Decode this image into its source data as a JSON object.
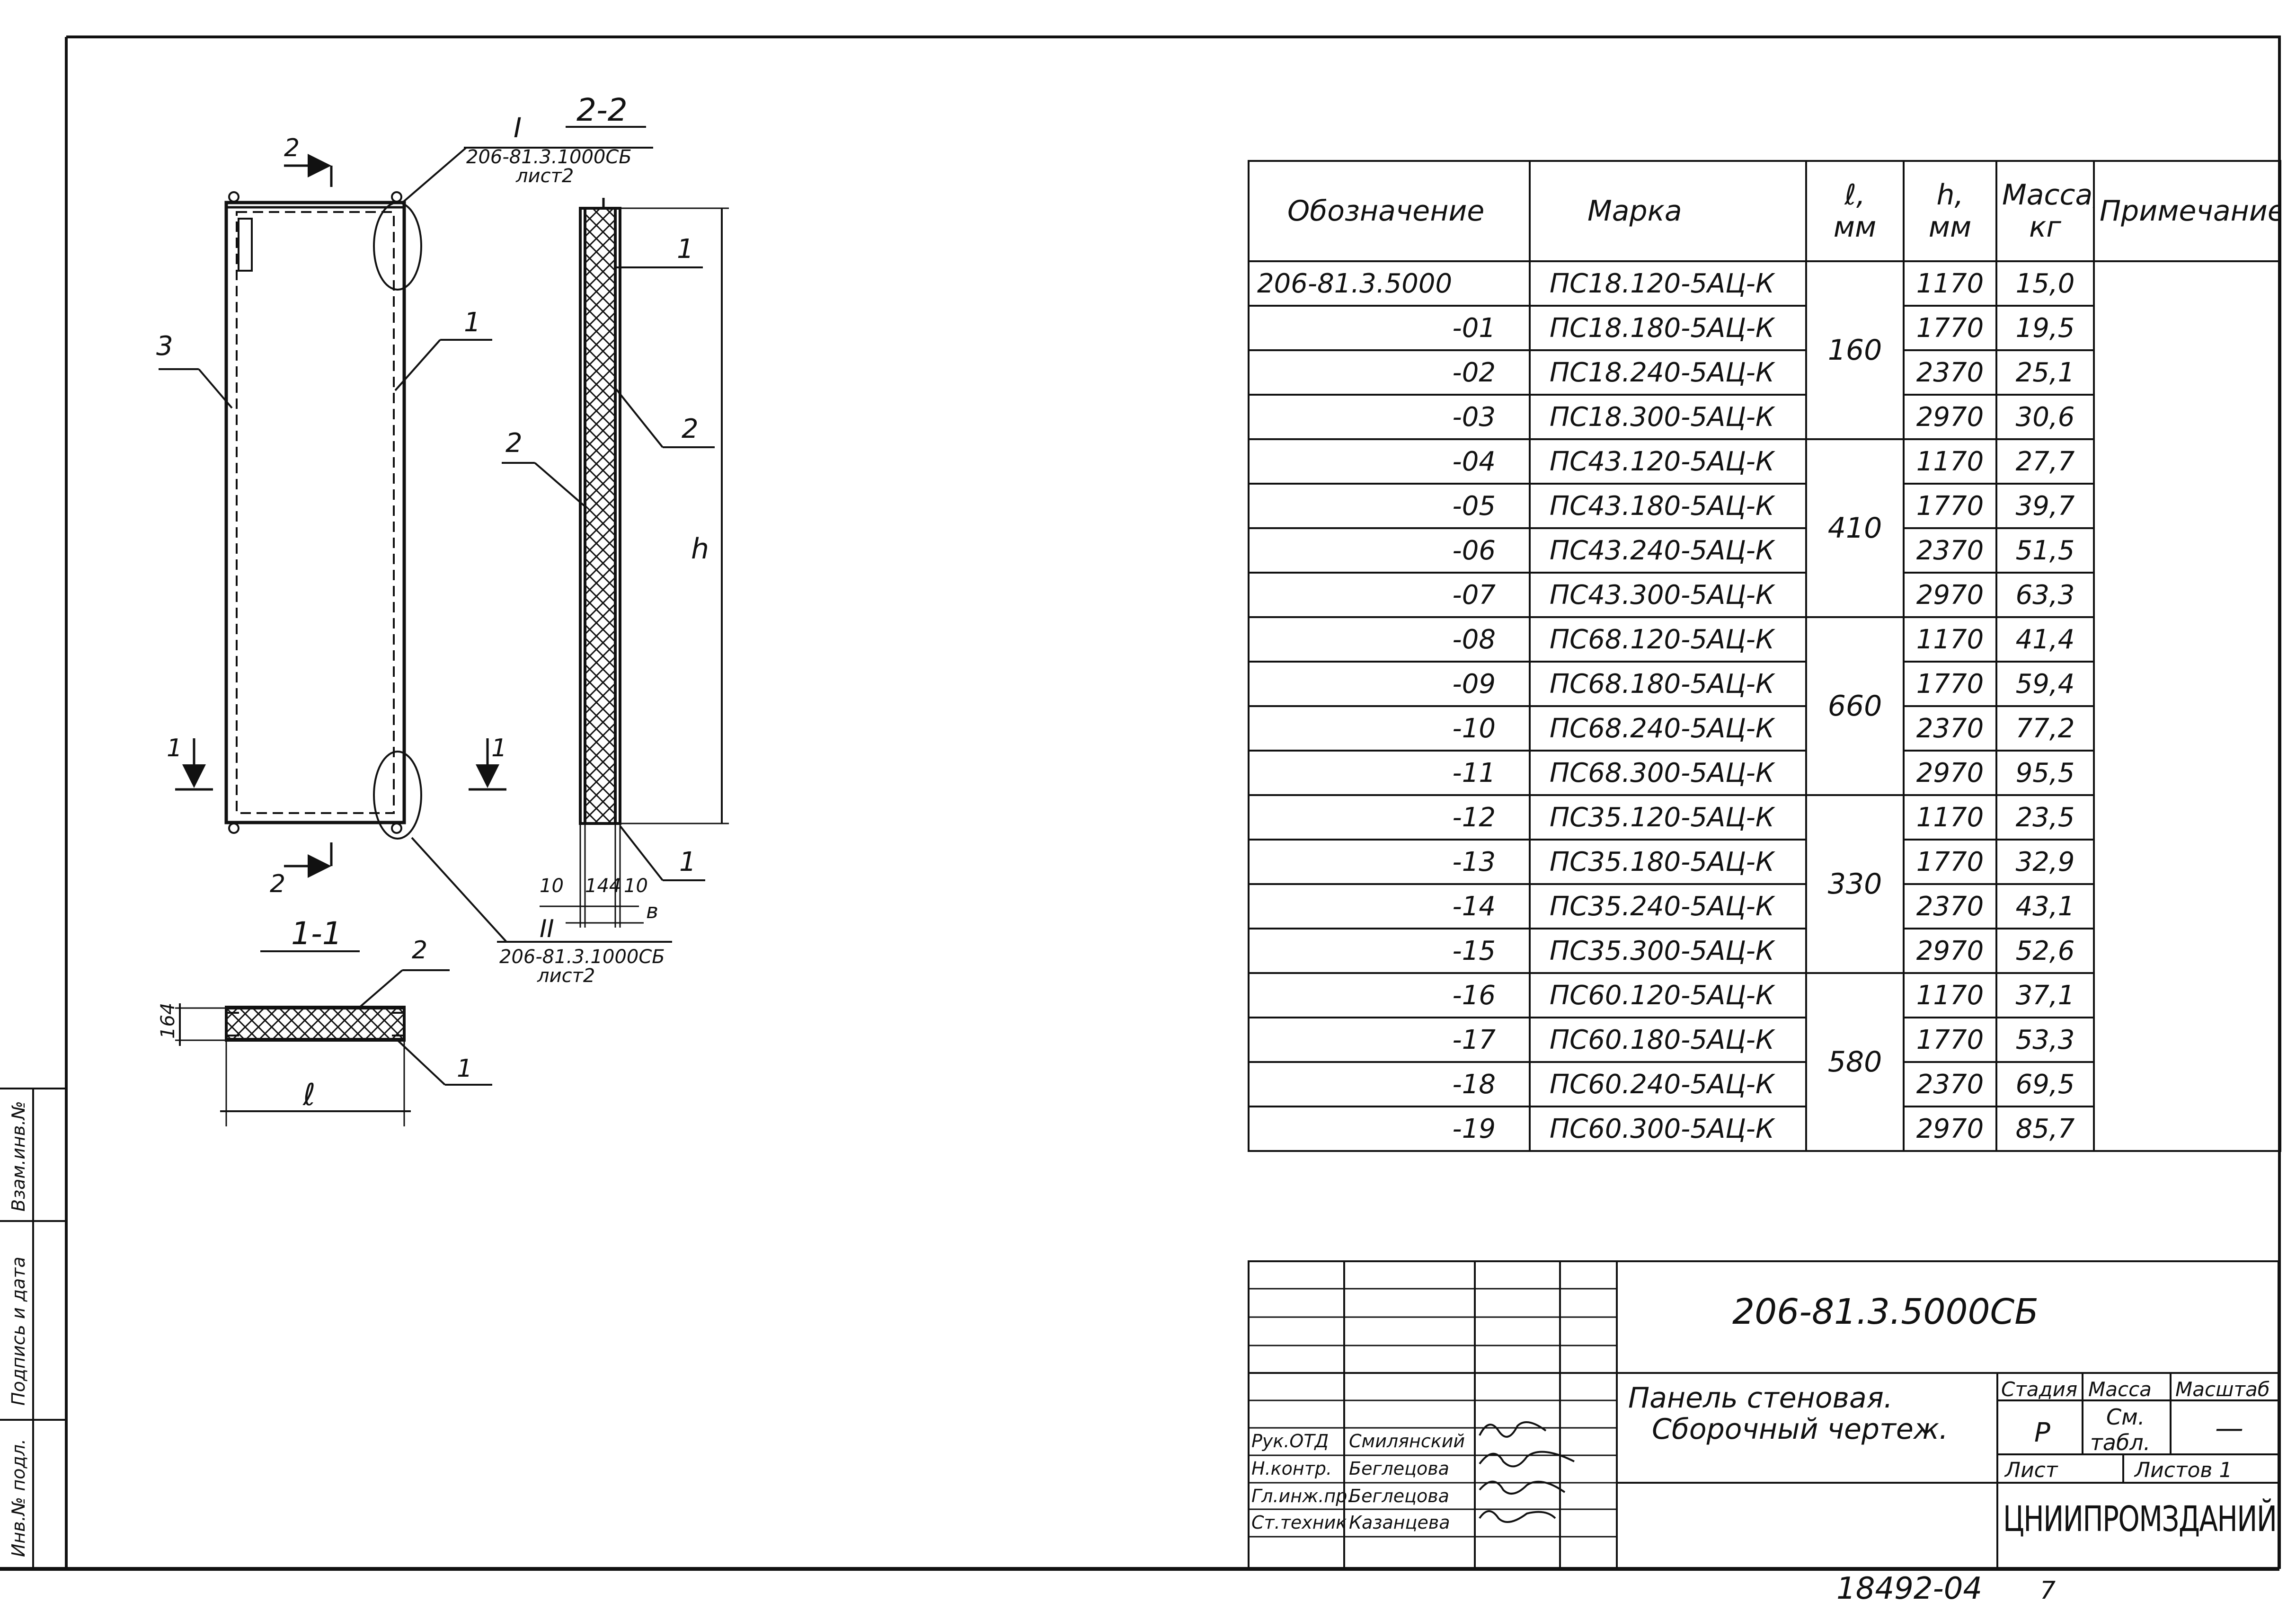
{
  "section_labels": {
    "view_2_2": "2-2",
    "view_1_1": "1-1",
    "node_I_mark": "I",
    "node_II_mark": "II",
    "node_ref_I": "206-81.3.1000СБ",
    "node_ref_I_sheet": "лист2",
    "node_ref_II": "206-81.3.1000СБ",
    "node_ref_II_sheet": "лист2",
    "cut_2_top": "2",
    "cut_2_bottom": "2",
    "cut_1_left": "1",
    "cut_1_right": "1"
  },
  "callouts": {
    "front_3": "3",
    "front_1": "1",
    "side_1_top": "1",
    "side_2_right": "2",
    "side_2_left": "2",
    "side_1_bottom": "1",
    "section_2": "2",
    "section_1": "1"
  },
  "dimensions": {
    "h": "h",
    "l": "ℓ",
    "d10_left": "10",
    "d144": "144",
    "d10_right": "10",
    "b": "в",
    "d164": "164"
  },
  "spec_table": {
    "headers": {
      "designation": "Обозначение",
      "mark": "Марка",
      "l_mm": "ℓ,\nмм",
      "h_mm": "h,\nмм",
      "mass": "Масса,\nкг",
      "note": "Примечание"
    },
    "rows": [
      {
        "designation": "206-81.3.5000",
        "mark": "ПС18.120-5АЦ-К",
        "h": "1170",
        "mass": "15,0"
      },
      {
        "designation": "-01",
        "mark": "ПС18.180-5АЦ-К",
        "h": "1770",
        "mass": "19,5"
      },
      {
        "designation": "-02",
        "mark": "ПС18.240-5АЦ-К",
        "h": "2370",
        "mass": "25,1"
      },
      {
        "designation": "-03",
        "mark": "ПС18.300-5АЦ-К",
        "h": "2970",
        "mass": "30,6"
      },
      {
        "designation": "-04",
        "mark": "ПС43.120-5АЦ-К",
        "h": "1170",
        "mass": "27,7"
      },
      {
        "designation": "-05",
        "mark": "ПС43.180-5АЦ-К",
        "h": "1770",
        "mass": "39,7"
      },
      {
        "designation": "-06",
        "mark": "ПС43.240-5АЦ-К",
        "h": "2370",
        "mass": "51,5"
      },
      {
        "designation": "-07",
        "mark": "ПС43.300-5АЦ-К",
        "h": "2970",
        "mass": "63,3"
      },
      {
        "designation": "-08",
        "mark": "ПС68.120-5АЦ-К",
        "h": "1170",
        "mass": "41,4"
      },
      {
        "designation": "-09",
        "mark": "ПС68.180-5АЦ-К",
        "h": "1770",
        "mass": "59,4"
      },
      {
        "designation": "-10",
        "mark": "ПС68.240-5АЦ-К",
        "h": "2370",
        "mass": "77,2"
      },
      {
        "designation": "-11",
        "mark": "ПС68.300-5АЦ-К",
        "h": "2970",
        "mass": "95,5"
      },
      {
        "designation": "-12",
        "mark": "ПС35.120-5АЦ-К",
        "h": "1170",
        "mass": "23,5"
      },
      {
        "designation": "-13",
        "mark": "ПС35.180-5АЦ-К",
        "h": "1770",
        "mass": "32,9"
      },
      {
        "designation": "-14",
        "mark": "ПС35.240-5АЦ-К",
        "h": "2370",
        "mass": "43,1"
      },
      {
        "designation": "-15",
        "mark": "ПС35.300-5АЦ-К",
        "h": "2970",
        "mass": "52,6"
      },
      {
        "designation": "-16",
        "mark": "ПС60.120-5АЦ-К",
        "h": "1170",
        "mass": "37,1"
      },
      {
        "designation": "-17",
        "mark": "ПС60.180-5АЦ-К",
        "h": "1770",
        "mass": "53,3"
      },
      {
        "designation": "-18",
        "mark": "ПС60.240-5АЦ-К",
        "h": "2370",
        "mass": "69,5"
      },
      {
        "designation": "-19",
        "mark": "ПС60.300-5АЦ-К",
        "h": "2970",
        "mass": "85,7"
      }
    ],
    "l_groups": [
      "160",
      "410",
      "660",
      "330",
      "580"
    ]
  },
  "title_block": {
    "doc_code": "206-81.3.5000СБ",
    "title_line1": "Панель стеновая.",
    "title_line2": "Сборочный чертеж.",
    "stage_label": "Стадия",
    "mass_label": "Масса",
    "scale_label": "Масштаб",
    "stage_value": "Р",
    "mass_value_1": "См.",
    "mass_value_2": "табл.",
    "scale_value": "—",
    "sheet_label": "Лист",
    "sheets_label": "Листов 1",
    "organization": "ЦНИИПРОМЗДАНИЙ",
    "roles": [
      {
        "role": "Рук.ОТД",
        "name": "Смилянский"
      },
      {
        "role": "Н.контр.",
        "name": "Беглецова"
      },
      {
        "role": "Гл.инж.пр.",
        "name": "Беглецова"
      },
      {
        "role": "Ст.техник",
        "name": "Казанцева"
      }
    ]
  },
  "side_stamp": {
    "inv_original": "Инв.№ подл.",
    "sign_date": "Подпись и дата",
    "inv_replace": "Взам.инв.№"
  },
  "footer": {
    "archive_code": "18492-04",
    "sheet_no": "7"
  }
}
